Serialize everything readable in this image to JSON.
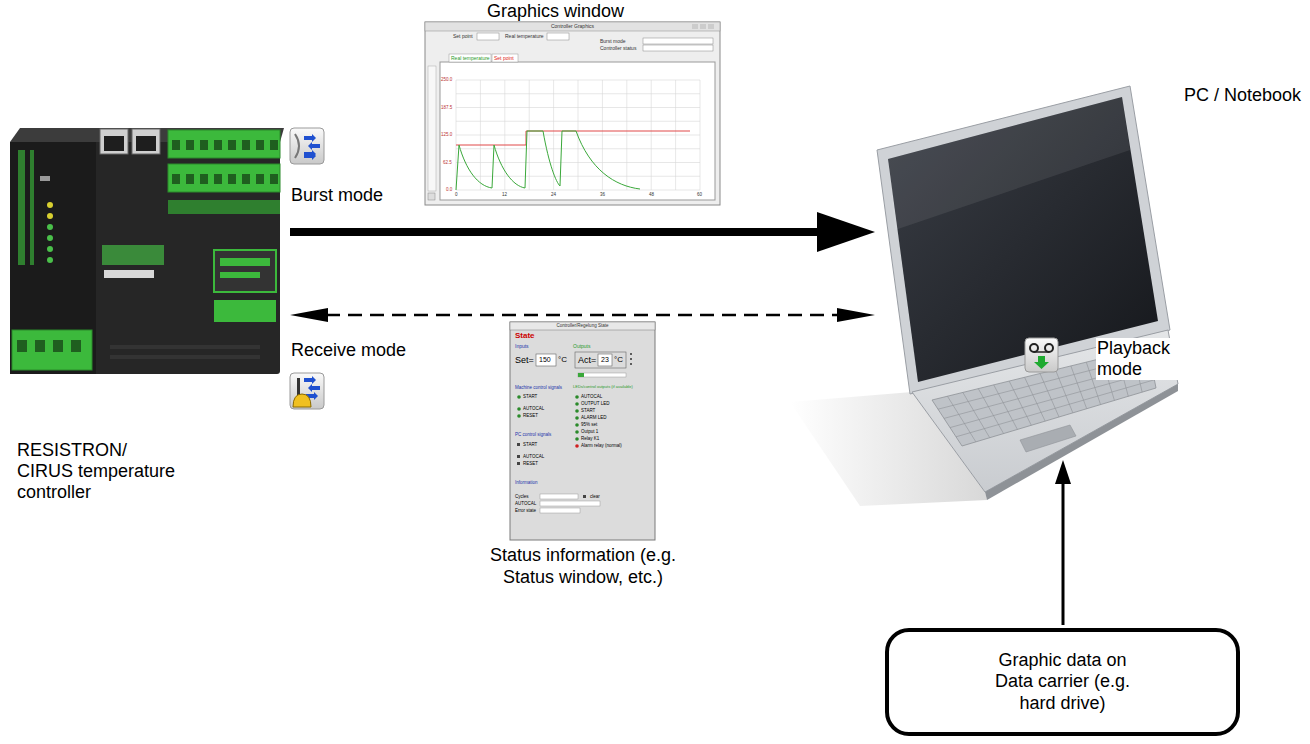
{
  "diagram": {
    "nodes": [
      {
        "text": [
          "RESISTRON/ CIRUS temperature controller"
        ]
      },
      {
        "text": [
          "PC / Notebook"
        ]
      },
      {
        "text": [
          "Graphic data on Data carrier (e.g. hard drive)"
        ]
      }
    ],
    "edges": [
      {
        "from": 0,
        "to": 1,
        "arrow": "to",
        "label": "Burst mode"
      },
      {
        "from": 0,
        "to": 1,
        "arrow": "both",
        "label": "Receive mode"
      },
      {
        "from": 2,
        "to": 1,
        "arrow": "to",
        "label": "Playback mode"
      }
    ],
    "labels": [
      "Graphics window",
      "Status information (e.g. Status window, etc.)",
      "Controller Graphics",
      "Set point",
      "Real temperature",
      "Burst mode",
      "Controller status",
      "Real temperature",
      "Set point",
      "250.0",
      "187.5",
      "125.0",
      "62.5",
      "0.0",
      "0",
      "12",
      "24",
      "36",
      "48",
      "60",
      "Controller/Regelung State",
      "State",
      "Inputs",
      "Outputs",
      "Set=",
      "150",
      "°C",
      "Act=",
      "23",
      "°C",
      "Machine control signals",
      "START",
      "AUTOCAL",
      "RESET",
      "LEDs/control outputs (if available)",
      "AUTOCAL",
      "OUTPUT LED",
      "START",
      "ALARM LED",
      "95% set",
      "Output 1",
      "Relay K1",
      "Alarm relay (normal)",
      "PC control signals",
      "START",
      "AUTOCAL",
      "RESET",
      "Information",
      "Cycles",
      "clear",
      "AUTOCAL",
      "Error state"
    ]
  }
}
